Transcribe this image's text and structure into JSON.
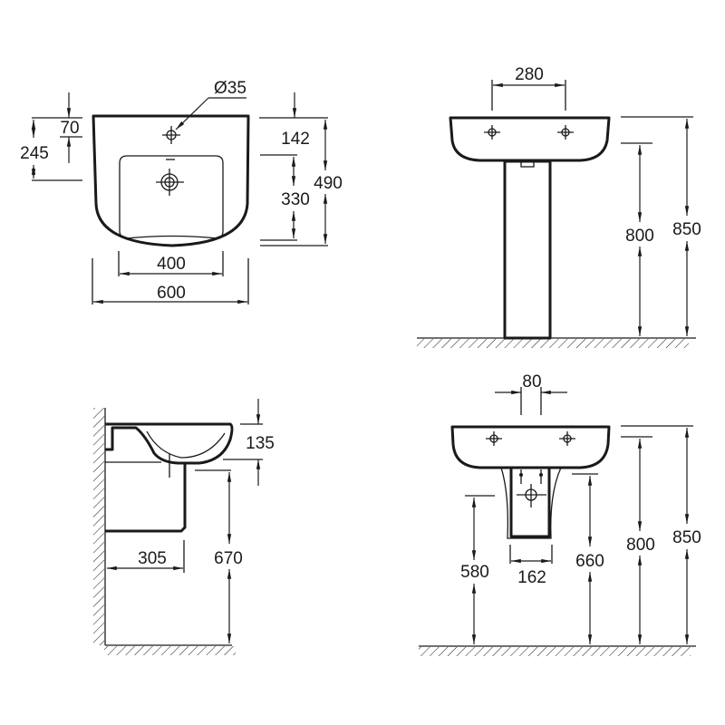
{
  "views": {
    "top_view": {
      "dims": {
        "hole_diameter": "Ø35",
        "hole_offset": "70",
        "bowl_offset": "245",
        "rim_to_bowl": "142",
        "bowl_depth": "330",
        "overall_depth": "490",
        "bowl_width": "400",
        "overall_width": "600"
      }
    },
    "pedestal_front": {
      "dims": {
        "tap_spacing": "280",
        "rim_height_inner": "800",
        "rim_height": "850"
      }
    },
    "semi_pedestal_side": {
      "dims": {
        "basin_depth": "135",
        "projection": "305",
        "drain_height": "670"
      }
    },
    "semi_pedestal_front": {
      "dims": {
        "fixing_spacing": "80",
        "pedestal_bottom": "580",
        "pedestal_width": "162",
        "drain_height": "660",
        "rim_height_inner": "800",
        "rim_height": "850"
      }
    }
  }
}
